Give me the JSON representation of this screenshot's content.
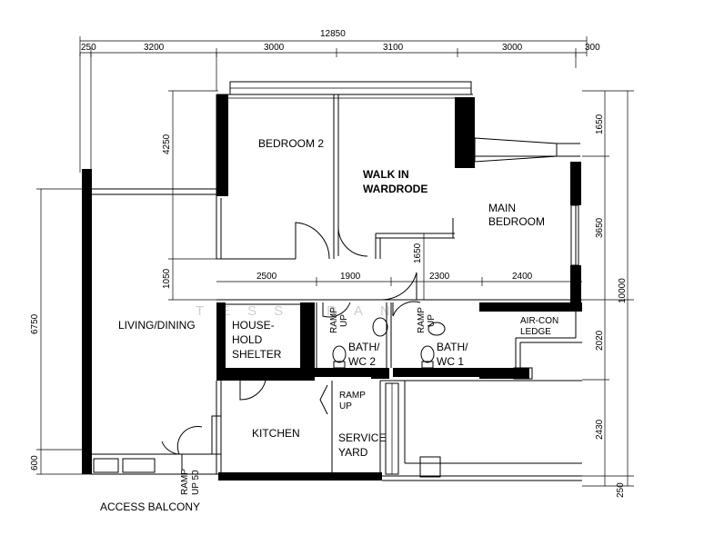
{
  "dimensions": {
    "overall_width": "12850",
    "top": [
      "250",
      "3200",
      "3000",
      "3100",
      "3000",
      "300"
    ],
    "right": [
      "1650",
      "3650",
      "10000",
      "2020",
      "2430",
      "250"
    ],
    "left_upper": [
      "4250",
      "1050"
    ],
    "left_lower": [
      "6750",
      "600"
    ],
    "inner_row": [
      "2500",
      "1900",
      "2300",
      "2400"
    ],
    "inner_vertical": "1650"
  },
  "rooms": {
    "bedroom2": "BEDROOM 2",
    "walk_in_line1": "WALK IN",
    "walk_in_line2": "WARDRODE",
    "main_bed_line1": "MAIN",
    "main_bed_line2": "BEDROOM",
    "living": "LIVING/DINING",
    "shelter_line1": "HOUSE-",
    "shelter_line2": "HOLD",
    "shelter_line3": "SHELTER",
    "bath2_line1": "BATH/",
    "bath2_line2": "WC 2",
    "bath1_line1": "BATH/",
    "bath1_line2": "WC 1",
    "aircon_line1": "AIR-CON",
    "aircon_line2": "LEDGE",
    "kitchen": "KITCHEN",
    "service_line1": "SERVICE",
    "service_line2": "YARD",
    "access": "ACCESS BALCONY"
  },
  "ramps": {
    "ramp_word": "RAMP",
    "up_word": "UP",
    "up_50": "UP 50"
  },
  "watermark": "TESSERAN"
}
